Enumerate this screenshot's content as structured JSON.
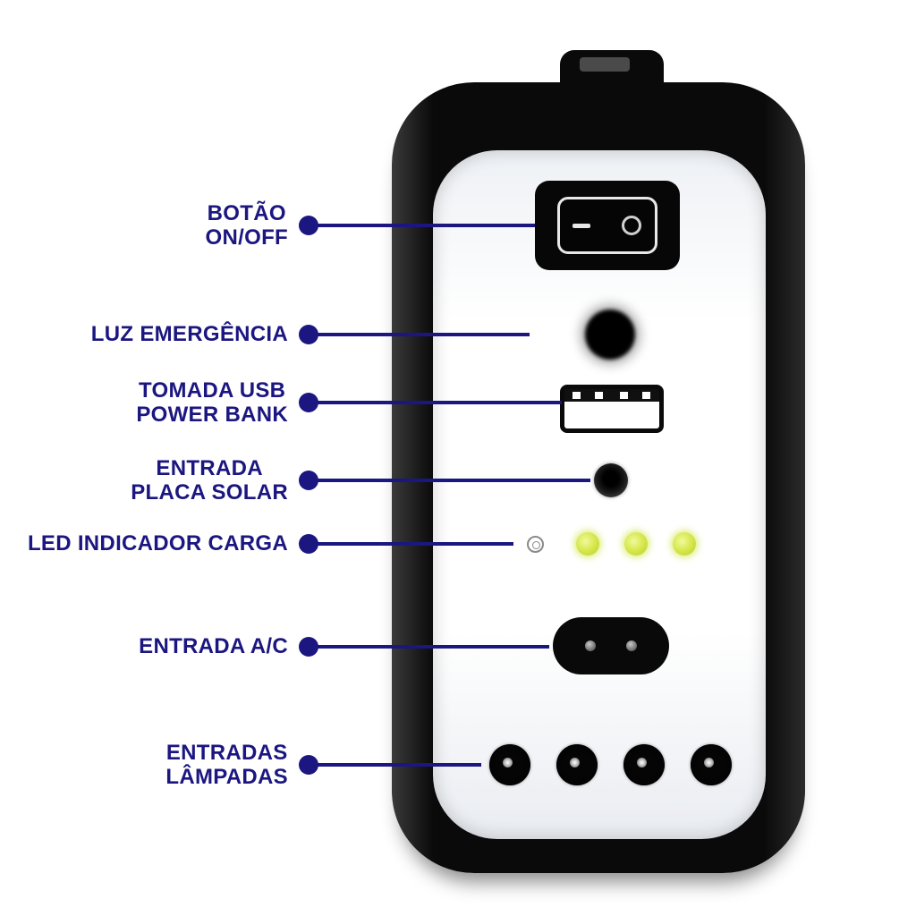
{
  "colors": {
    "label_navy": "#1b1680",
    "device_black": "#0a0a0a",
    "panel_white": "#ffffff",
    "led_green": "#d3e545"
  },
  "labels": [
    {
      "id": "botao-onoff",
      "lines": [
        "BOTÃO",
        "ON/OFF"
      ]
    },
    {
      "id": "luz-emergencia",
      "lines": [
        "LUZ EMERGÊNCIA"
      ]
    },
    {
      "id": "tomada-usb",
      "lines": [
        "TOMADA USB",
        "POWER BANK"
      ]
    },
    {
      "id": "entrada-placa-solar",
      "lines": [
        "ENTRADA",
        "PLACA SOLAR"
      ]
    },
    {
      "id": "led-indicador-carga",
      "lines": [
        "LED INDICADOR CARGA"
      ]
    },
    {
      "id": "entrada-ac",
      "lines": [
        "ENTRADA A/C"
      ]
    },
    {
      "id": "entradas-lampadas",
      "lines": [
        "ENTRADAS",
        "LÂMPADAS"
      ]
    }
  ],
  "device": {
    "switch_symbols": {
      "on": "—",
      "off": "○"
    },
    "led_count": 3,
    "lamp_jack_count": 4
  }
}
